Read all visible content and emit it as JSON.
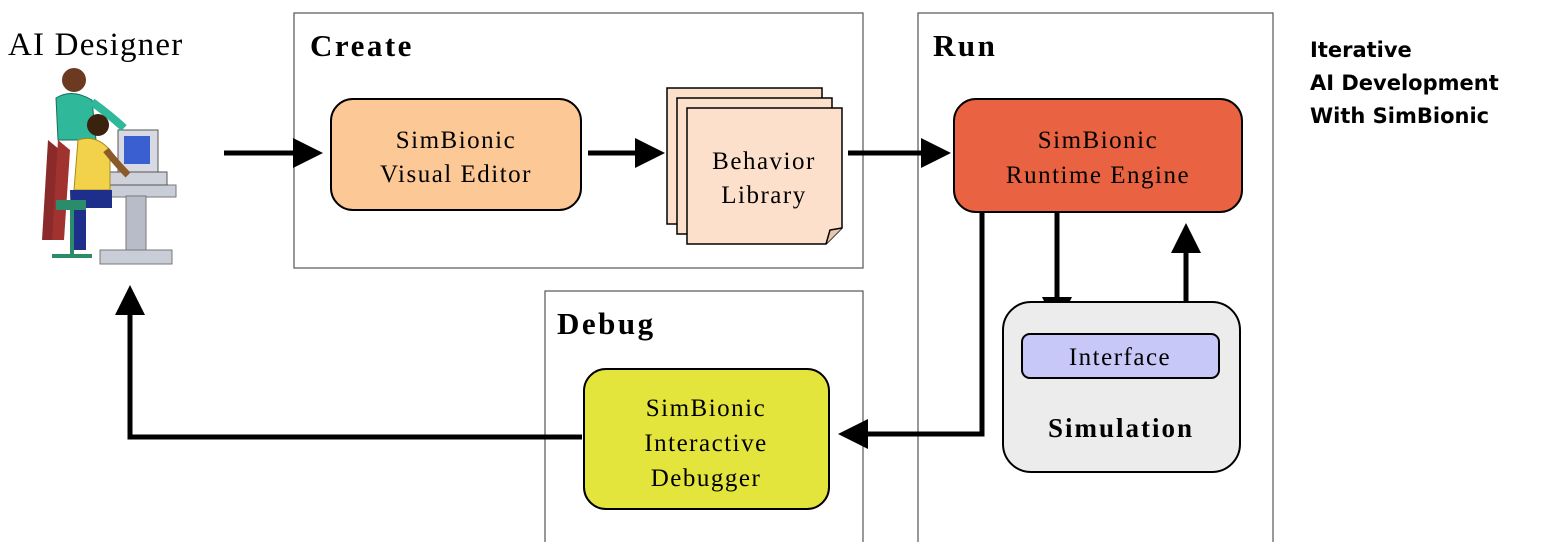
{
  "designer": {
    "label": "AI Designer"
  },
  "stages": {
    "create": {
      "title": "Create"
    },
    "run": {
      "title": "Run"
    },
    "debug": {
      "title": "Debug"
    }
  },
  "components": {
    "visual_editor": {
      "line1": "SimBionic",
      "line2": "Visual Editor",
      "fill": "#fcc896"
    },
    "behavior_library": {
      "line1": "Behavior",
      "line2": "Library",
      "fill": "#fde0cc"
    },
    "runtime_engine": {
      "line1": "SimBionic",
      "line2": "Runtime Engine",
      "fill": "#e96241"
    },
    "interface": {
      "label": "Interface",
      "fill": "#c8c8f8"
    },
    "simulation": {
      "label": "Simulation",
      "fill": "#ececec"
    },
    "debugger": {
      "line1": "SimBionic",
      "line2": "Interactive",
      "line3": "Debugger",
      "fill": "#e3e43c"
    }
  },
  "caption": {
    "line1": "Iterative",
    "line2": "AI Development",
    "line3": "With SimBionic"
  }
}
